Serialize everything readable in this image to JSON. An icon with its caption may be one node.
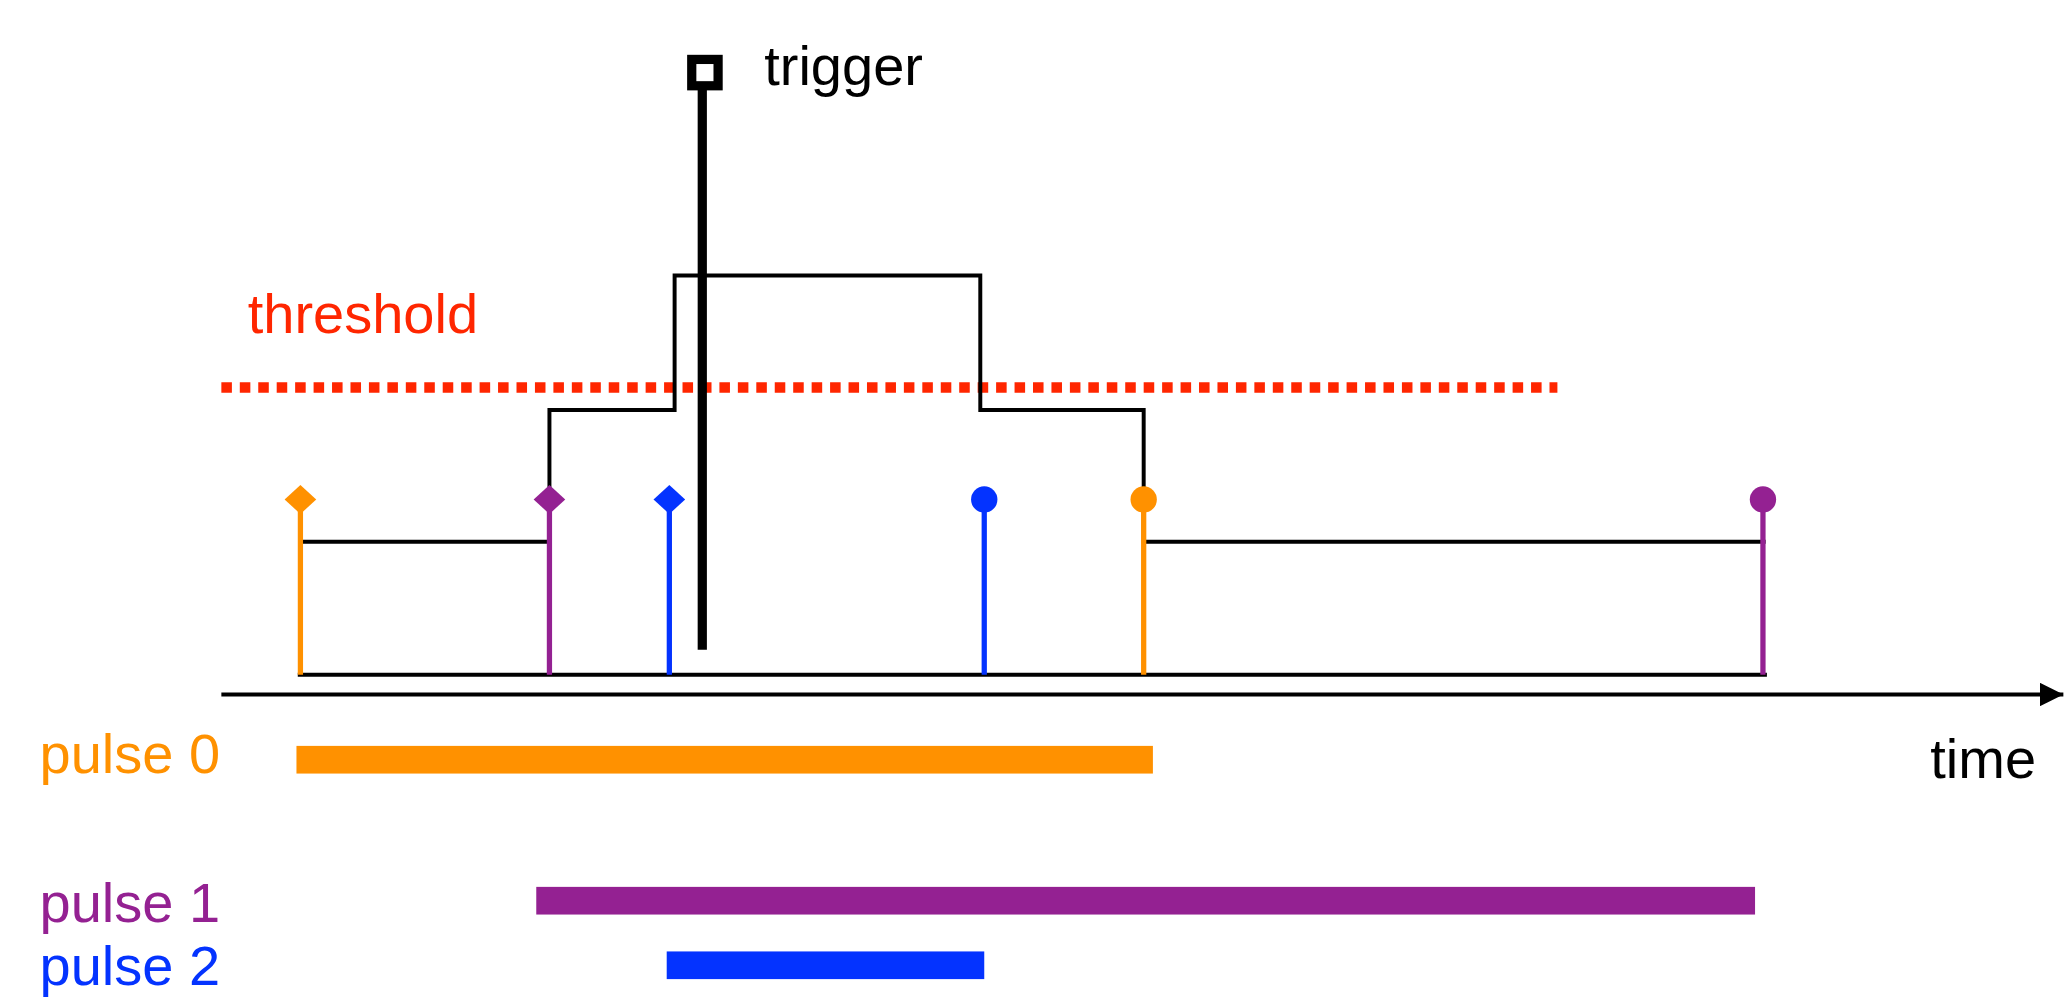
{
  "diagram": {
    "labels": [
      "trigger",
      "threshold",
      "time"
    ],
    "legend": [
      {
        "text": "pulse 0",
        "color": "#ff9100"
      },
      {
        "text": "pulse 1",
        "color": "#942192"
      },
      {
        "text": "pulse 2",
        "color": "#0433ff"
      }
    ]
  }
}
